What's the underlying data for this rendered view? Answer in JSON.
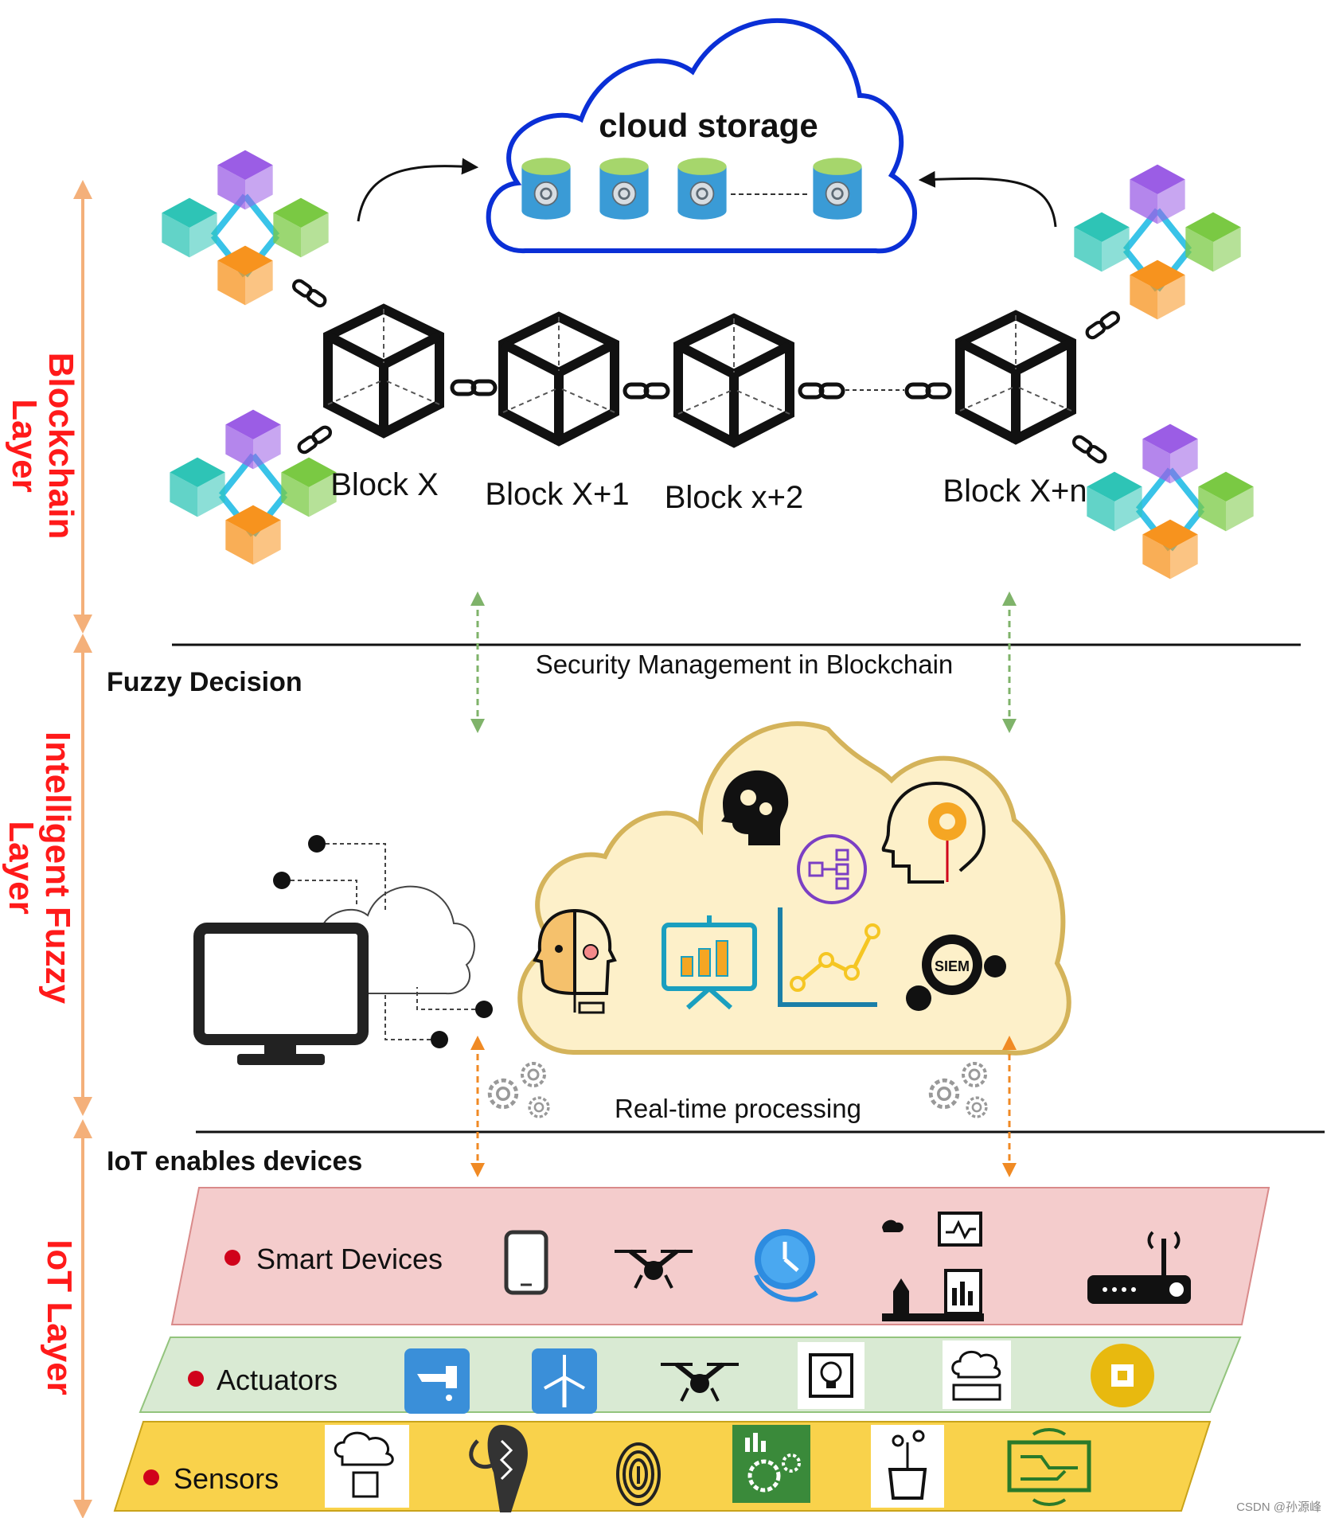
{
  "cloud_storage": {
    "title": "cloud storage"
  },
  "blocks": [
    "Block X",
    "Block X+1",
    "Block x+2",
    "Block X+n"
  ],
  "layers": {
    "blockchain": [
      "Blockchain",
      "Layer"
    ],
    "fuzzy": [
      "Intelligent Fuzzy",
      "Layer"
    ],
    "iot": "IoT Layer"
  },
  "sections": {
    "fuzzy_decision": "Fuzzy Decision",
    "security_management": "Security Management in Blockchain",
    "real_time": "Real-time processing",
    "iot_devices": "IoT enables devices"
  },
  "bands": {
    "smart_devices": "Smart Devices",
    "actuators": "Actuators",
    "sensors": "Sensors"
  },
  "fuzzy_icons": [
    "brain-gears-icon",
    "ai-head-icon",
    "workflow-icon",
    "robot-face-icon",
    "presentation-chart-icon",
    "line-graph-icon",
    "siem-gears-icon"
  ],
  "fuzzy_siem_label": "SIEM",
  "smart_device_icons": [
    "smartphone-icon",
    "drone-icon",
    "clock-icon",
    "smart-farm-icon",
    "router-icon"
  ],
  "actuator_icons": [
    "chip-faucet-icon",
    "chip-wind-turbine-icon",
    "drone-icon",
    "chip-bulb-icon",
    "cloud-control-icon",
    "gold-chip-icon"
  ],
  "sensor_icons": [
    "cloud-sensor-icon",
    "bluetooth-earpiece-icon",
    "fingerprint-icon",
    "gear-chart-icon",
    "iot-bucket-icon",
    "circuit-board-icon"
  ],
  "watermark": "CSDN @孙源峰",
  "colors": {
    "layer_arrow": "#f4b07a",
    "layer_label": "#ff1a1a",
    "cloud_outline": "#0a2fd6",
    "fuzzy_cloud_fill": "#fdf0c9",
    "fuzzy_cloud_stroke": "#d4b35a",
    "smart_band": "#f4cccc",
    "actuator_band": "#d9ead3",
    "sensor_band": "#f9d24b",
    "green_arrow": "#7fb36a",
    "orange_arrow": "#f08a24"
  }
}
